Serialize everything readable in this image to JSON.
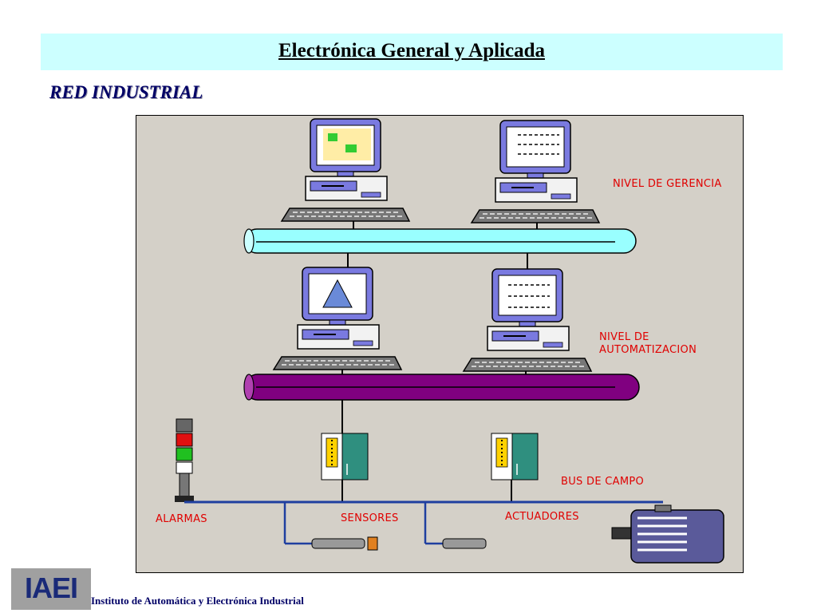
{
  "header": {
    "title": "Electrónica General y Aplicada",
    "section": "RED INDUSTRIAL"
  },
  "diagram": {
    "levels": {
      "management": "NIVEL DE GERENCIA",
      "automation_line1": "NIVEL DE",
      "automation_line2": "AUTOMATIZACION",
      "fieldbus": "BUS DE CAMPO"
    },
    "devices": {
      "alarms": "ALARMAS",
      "sensors": "SENSORES",
      "actuators": "ACTUADORES"
    },
    "colors": {
      "management_bus": "#99ffff",
      "automation_bus": "#800080",
      "background": "#d4d0c8",
      "labels": "#e00000"
    }
  },
  "footer": {
    "logo": "IAEI",
    "institute": "Instituto de Automática y Electrónica Industrial"
  }
}
